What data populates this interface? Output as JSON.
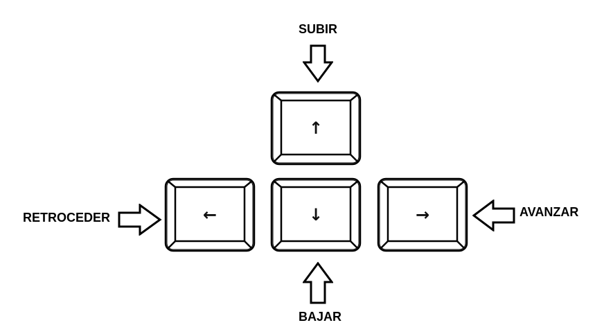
{
  "labels": {
    "up": "SUBIR",
    "down": "BAJAR",
    "left": "RETROCEDER",
    "right": "AVANZAR"
  },
  "keys": {
    "up": "↑",
    "down": "↓",
    "left": "←",
    "right": "→"
  },
  "colors": {
    "outline": "#000000",
    "key_face": "#ffffff",
    "key_shadow": "#d9d9d9"
  },
  "icons": {
    "pointer_arrow": "hollow-block-arrow",
    "key_arrows": [
      "arrow-up-icon",
      "arrow-down-icon",
      "arrow-left-icon",
      "arrow-right-icon"
    ]
  }
}
